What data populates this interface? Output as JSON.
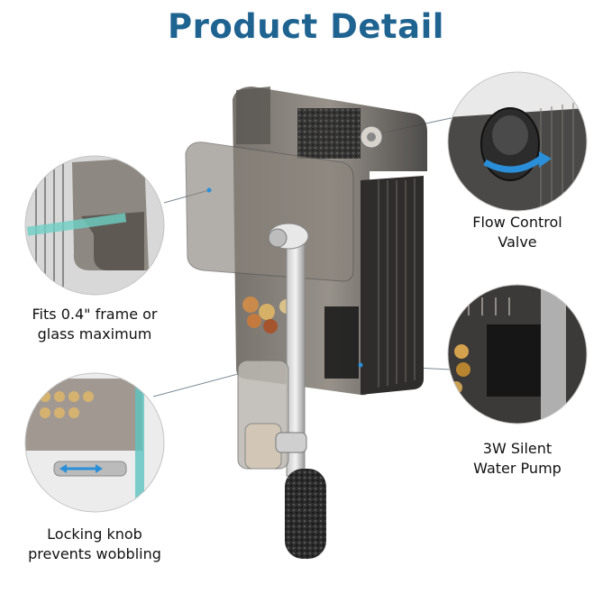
{
  "title": "Product Detail",
  "callouts": {
    "flow_control": {
      "line1": "Flow Control",
      "line2": "Valve"
    },
    "frame_fit": {
      "line1": "Fits 0.4\" frame or",
      "line2": "glass maximum"
    },
    "pump": {
      "line1": "3W Silent",
      "line2": "Water Pump"
    },
    "locking_knob": {
      "line1": "Locking knob",
      "line2": "prevents wobbling"
    }
  },
  "colors": {
    "title": "#1f6391",
    "accent_arrow": "#2a8fd8",
    "filter_body": "#4a4a4a",
    "sponge": "#2b2b2b"
  }
}
